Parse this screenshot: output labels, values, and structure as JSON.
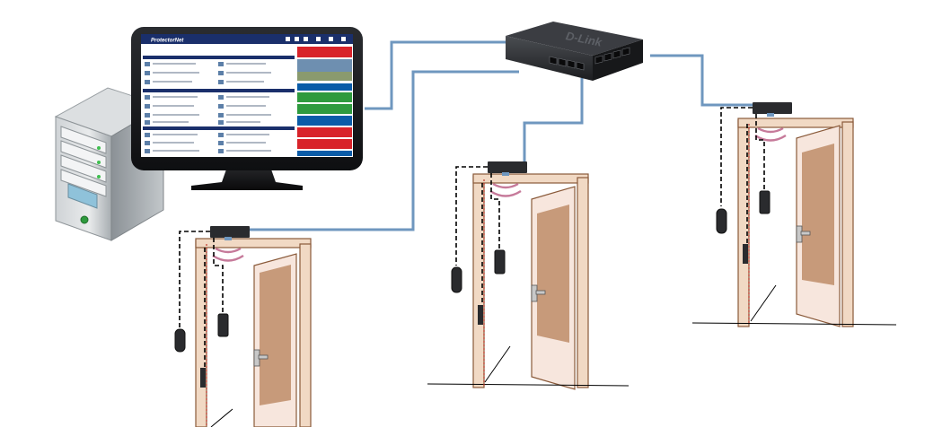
{
  "diagram": {
    "description_visible_text": "",
    "switch": {
      "brand_logo": "D-Link",
      "port_count": 8,
      "icon": "network-switch-icon"
    },
    "monitor": {
      "icon": "monitor-icon",
      "screen_brand": "ProtectorNet",
      "screen_theme_colors": [
        "#1a2f6b",
        "#d8232a",
        "#0a5ca8",
        "#2e9a3e"
      ]
    },
    "server": {
      "icon": "server-tower-icon"
    },
    "doors": [
      {
        "id": "door-1",
        "controller_icon": "door-controller-icon",
        "reader_icon": "card-reader-icon",
        "lock_icon": "electric-strike-icon"
      },
      {
        "id": "door-2",
        "controller_icon": "door-controller-icon",
        "reader_icon": "card-reader-icon",
        "lock_icon": "electric-strike-icon"
      },
      {
        "id": "door-3",
        "controller_icon": "door-controller-icon",
        "reader_icon": "card-reader-icon",
        "lock_icon": "electric-strike-icon"
      }
    ],
    "colors": {
      "network_cable": "#6f97bf",
      "door_frame": "#f1d9c4",
      "door_frame_edge": "#8a5a3a",
      "door_panel": "#f7e6dd",
      "door_window": "#c79a7a",
      "rf_waves": "#c67a9a",
      "wire_dashed": "#000000",
      "wire_red": "#c0392b"
    }
  }
}
